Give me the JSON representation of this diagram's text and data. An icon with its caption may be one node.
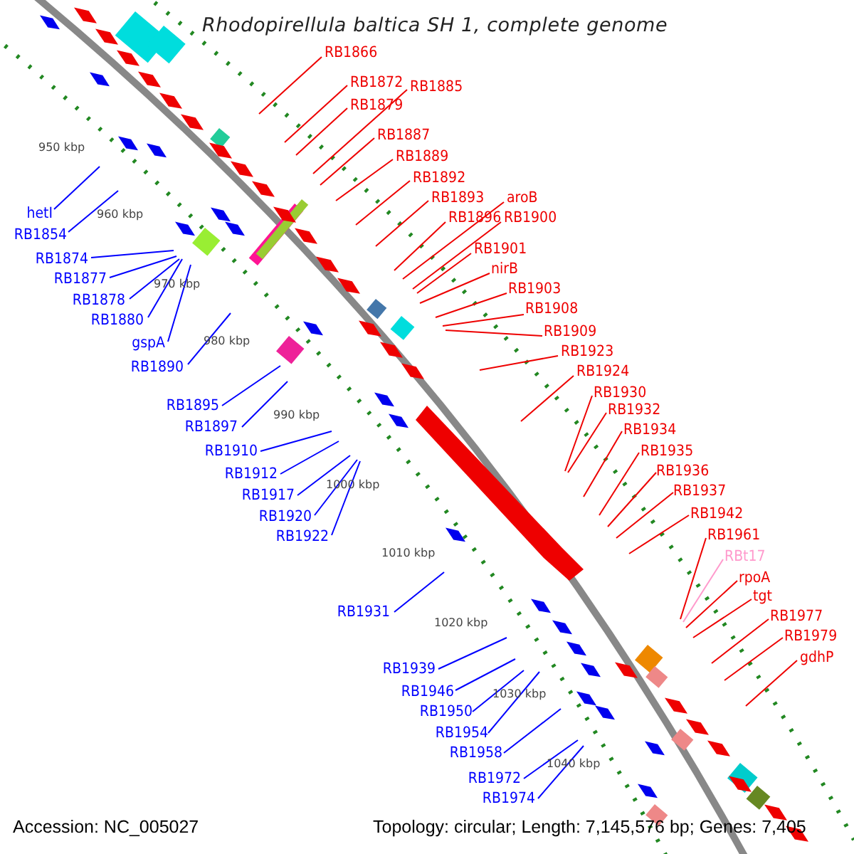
{
  "diagram": {
    "title": "Rhodopirellula baltica SH 1, complete genome",
    "nodes": [
      {
        "text": [
          "RB1866"
        ]
      },
      {
        "text": [
          "RB1872"
        ]
      },
      {
        "text": [
          "RB1885"
        ]
      },
      {
        "text": [
          "RB1879"
        ]
      },
      {
        "text": [
          "RB1887"
        ]
      },
      {
        "text": [
          "RB1889"
        ]
      },
      {
        "text": [
          "RB1892"
        ]
      },
      {
        "text": [
          "RB1893"
        ]
      },
      {
        "text": [
          "aroB"
        ]
      },
      {
        "text": [
          "RB1896"
        ]
      },
      {
        "text": [
          "RB1900"
        ]
      },
      {
        "text": [
          "RB1901"
        ]
      },
      {
        "text": [
          "nirB"
        ]
      },
      {
        "text": [
          "RB1903"
        ]
      },
      {
        "text": [
          "RB1908"
        ]
      },
      {
        "text": [
          "RB1909"
        ]
      },
      {
        "text": [
          "RB1923"
        ]
      },
      {
        "text": [
          "RB1924"
        ]
      },
      {
        "text": [
          "RB1930"
        ]
      },
      {
        "text": [
          "RB1932"
        ]
      },
      {
        "text": [
          "RB1934"
        ]
      },
      {
        "text": [
          "RB1935"
        ]
      },
      {
        "text": [
          "RB1936"
        ]
      },
      {
        "text": [
          "RB1937"
        ]
      },
      {
        "text": [
          "RB1942"
        ]
      },
      {
        "text": [
          "RB1961"
        ]
      },
      {
        "text": [
          "RBt17"
        ]
      },
      {
        "text": [
          "rpoA"
        ]
      },
      {
        "text": [
          "tgt"
        ]
      },
      {
        "text": [
          "RB1977"
        ]
      },
      {
        "text": [
          "RB1979"
        ]
      },
      {
        "text": [
          "gdhP"
        ]
      },
      {
        "text": [
          "hetI"
        ]
      },
      {
        "text": [
          "RB1854"
        ]
      },
      {
        "text": [
          "RB1874"
        ]
      },
      {
        "text": [
          "RB1877"
        ]
      },
      {
        "text": [
          "RB1878"
        ]
      },
      {
        "text": [
          "RB1880"
        ]
      },
      {
        "text": [
          "gspA"
        ]
      },
      {
        "text": [
          "RB1890"
        ]
      },
      {
        "text": [
          "RB1895"
        ]
      },
      {
        "text": [
          "RB1897"
        ]
      },
      {
        "text": [
          "RB1910"
        ]
      },
      {
        "text": [
          "RB1912"
        ]
      },
      {
        "text": [
          "RB1917"
        ]
      },
      {
        "text": [
          "RB1920"
        ]
      },
      {
        "text": [
          "RB1922"
        ]
      },
      {
        "text": [
          "RB1931"
        ]
      },
      {
        "text": [
          "RB1939"
        ]
      },
      {
        "text": [
          "RB1946"
        ]
      },
      {
        "text": [
          "RB1950"
        ]
      },
      {
        "text": [
          "RB1954"
        ]
      },
      {
        "text": [
          "RB1958"
        ]
      },
      {
        "text": [
          "RB1972"
        ]
      },
      {
        "text": [
          "RB1974"
        ]
      }
    ],
    "edges": [
      {
        "from": 0,
        "to": null,
        "arrow": "none"
      },
      {
        "from": 1,
        "to": null,
        "arrow": "none"
      },
      {
        "from": 2,
        "to": null,
        "arrow": "none"
      },
      {
        "from": 3,
        "to": null,
        "arrow": "none"
      },
      {
        "from": 4,
        "to": null,
        "arrow": "none"
      },
      {
        "from": 5,
        "to": null,
        "arrow": "none"
      },
      {
        "from": 6,
        "to": null,
        "arrow": "none"
      },
      {
        "from": 7,
        "to": null,
        "arrow": "none"
      },
      {
        "from": 8,
        "to": null,
        "arrow": "none"
      },
      {
        "from": 9,
        "to": null,
        "arrow": "none"
      },
      {
        "from": 10,
        "to": null,
        "arrow": "none"
      },
      {
        "from": 11,
        "to": null,
        "arrow": "none"
      },
      {
        "from": 12,
        "to": null,
        "arrow": "none"
      },
      {
        "from": 13,
        "to": null,
        "arrow": "none"
      },
      {
        "from": 14,
        "to": null,
        "arrow": "none"
      },
      {
        "from": 15,
        "to": null,
        "arrow": "none"
      },
      {
        "from": 16,
        "to": null,
        "arrow": "none"
      },
      {
        "from": 17,
        "to": null,
        "arrow": "none"
      },
      {
        "from": 18,
        "to": null,
        "arrow": "none"
      },
      {
        "from": 19,
        "to": null,
        "arrow": "none"
      },
      {
        "from": 20,
        "to": null,
        "arrow": "none"
      },
      {
        "from": 21,
        "to": null,
        "arrow": "none"
      },
      {
        "from": 22,
        "to": null,
        "arrow": "none"
      },
      {
        "from": 23,
        "to": null,
        "arrow": "none"
      },
      {
        "from": 24,
        "to": null,
        "arrow": "none"
      },
      {
        "from": 25,
        "to": null,
        "arrow": "none"
      },
      {
        "from": 26,
        "to": null,
        "arrow": "none",
        "color": "#ff99cc"
      },
      {
        "from": 27,
        "to": null,
        "arrow": "none"
      },
      {
        "from": 28,
        "to": null,
        "arrow": "none"
      },
      {
        "from": 29,
        "to": null,
        "arrow": "none"
      },
      {
        "from": 30,
        "to": null,
        "arrow": "none"
      },
      {
        "from": 31,
        "to": null,
        "arrow": "none"
      },
      {
        "from": 32,
        "to": null,
        "arrow": "none",
        "color": "#0000ff"
      },
      {
        "from": 33,
        "to": null,
        "arrow": "none",
        "color": "#0000ff"
      },
      {
        "from": 34,
        "to": null,
        "arrow": "none",
        "color": "#0000ff"
      },
      {
        "from": 35,
        "to": null,
        "arrow": "none",
        "color": "#0000ff"
      },
      {
        "from": 36,
        "to": null,
        "arrow": "none",
        "color": "#0000ff"
      },
      {
        "from": 37,
        "to": null,
        "arrow": "none",
        "color": "#0000ff"
      },
      {
        "from": 38,
        "to": null,
        "arrow": "none",
        "color": "#0000ff"
      },
      {
        "from": 39,
        "to": null,
        "arrow": "none",
        "color": "#0000ff"
      },
      {
        "from": 40,
        "to": null,
        "arrow": "none",
        "color": "#0000ff"
      },
      {
        "from": 41,
        "to": null,
        "arrow": "none",
        "color": "#0000ff"
      },
      {
        "from": 42,
        "to": null,
        "arrow": "none",
        "color": "#0000ff"
      },
      {
        "from": 43,
        "to": null,
        "arrow": "none",
        "color": "#0000ff"
      },
      {
        "from": 44,
        "to": null,
        "arrow": "none",
        "color": "#0000ff"
      },
      {
        "from": 45,
        "to": null,
        "arrow": "none",
        "color": "#0000ff"
      },
      {
        "from": 46,
        "to": null,
        "arrow": "none",
        "color": "#0000ff"
      },
      {
        "from": 47,
        "to": null,
        "arrow": "none",
        "color": "#0000ff"
      },
      {
        "from": 48,
        "to": null,
        "arrow": "none",
        "color": "#0000ff"
      },
      {
        "from": 49,
        "to": null,
        "arrow": "none",
        "color": "#0000ff"
      },
      {
        "from": 50,
        "to": null,
        "arrow": "none",
        "color": "#0000ff"
      },
      {
        "from": 51,
        "to": null,
        "arrow": "none",
        "color": "#0000ff"
      },
      {
        "from": 52,
        "to": null,
        "arrow": "none",
        "color": "#0000ff"
      },
      {
        "from": 53,
        "to": null,
        "arrow": "none",
        "color": "#0000ff"
      },
      {
        "from": 54,
        "to": null,
        "arrow": "none",
        "color": "#0000ff"
      }
    ],
    "labels": [
      "950 kbp",
      "960 kbp",
      "970 kbp",
      "980 kbp",
      "990 kbp",
      "1000 kbp",
      "1010 kbp",
      "1020 kbp",
      "1030 kbp",
      "1040 kbp",
      "Accession: NC_005027",
      "Topology: circular; Length: 7,145,576 bp; Genes: 7,405"
    ]
  }
}
